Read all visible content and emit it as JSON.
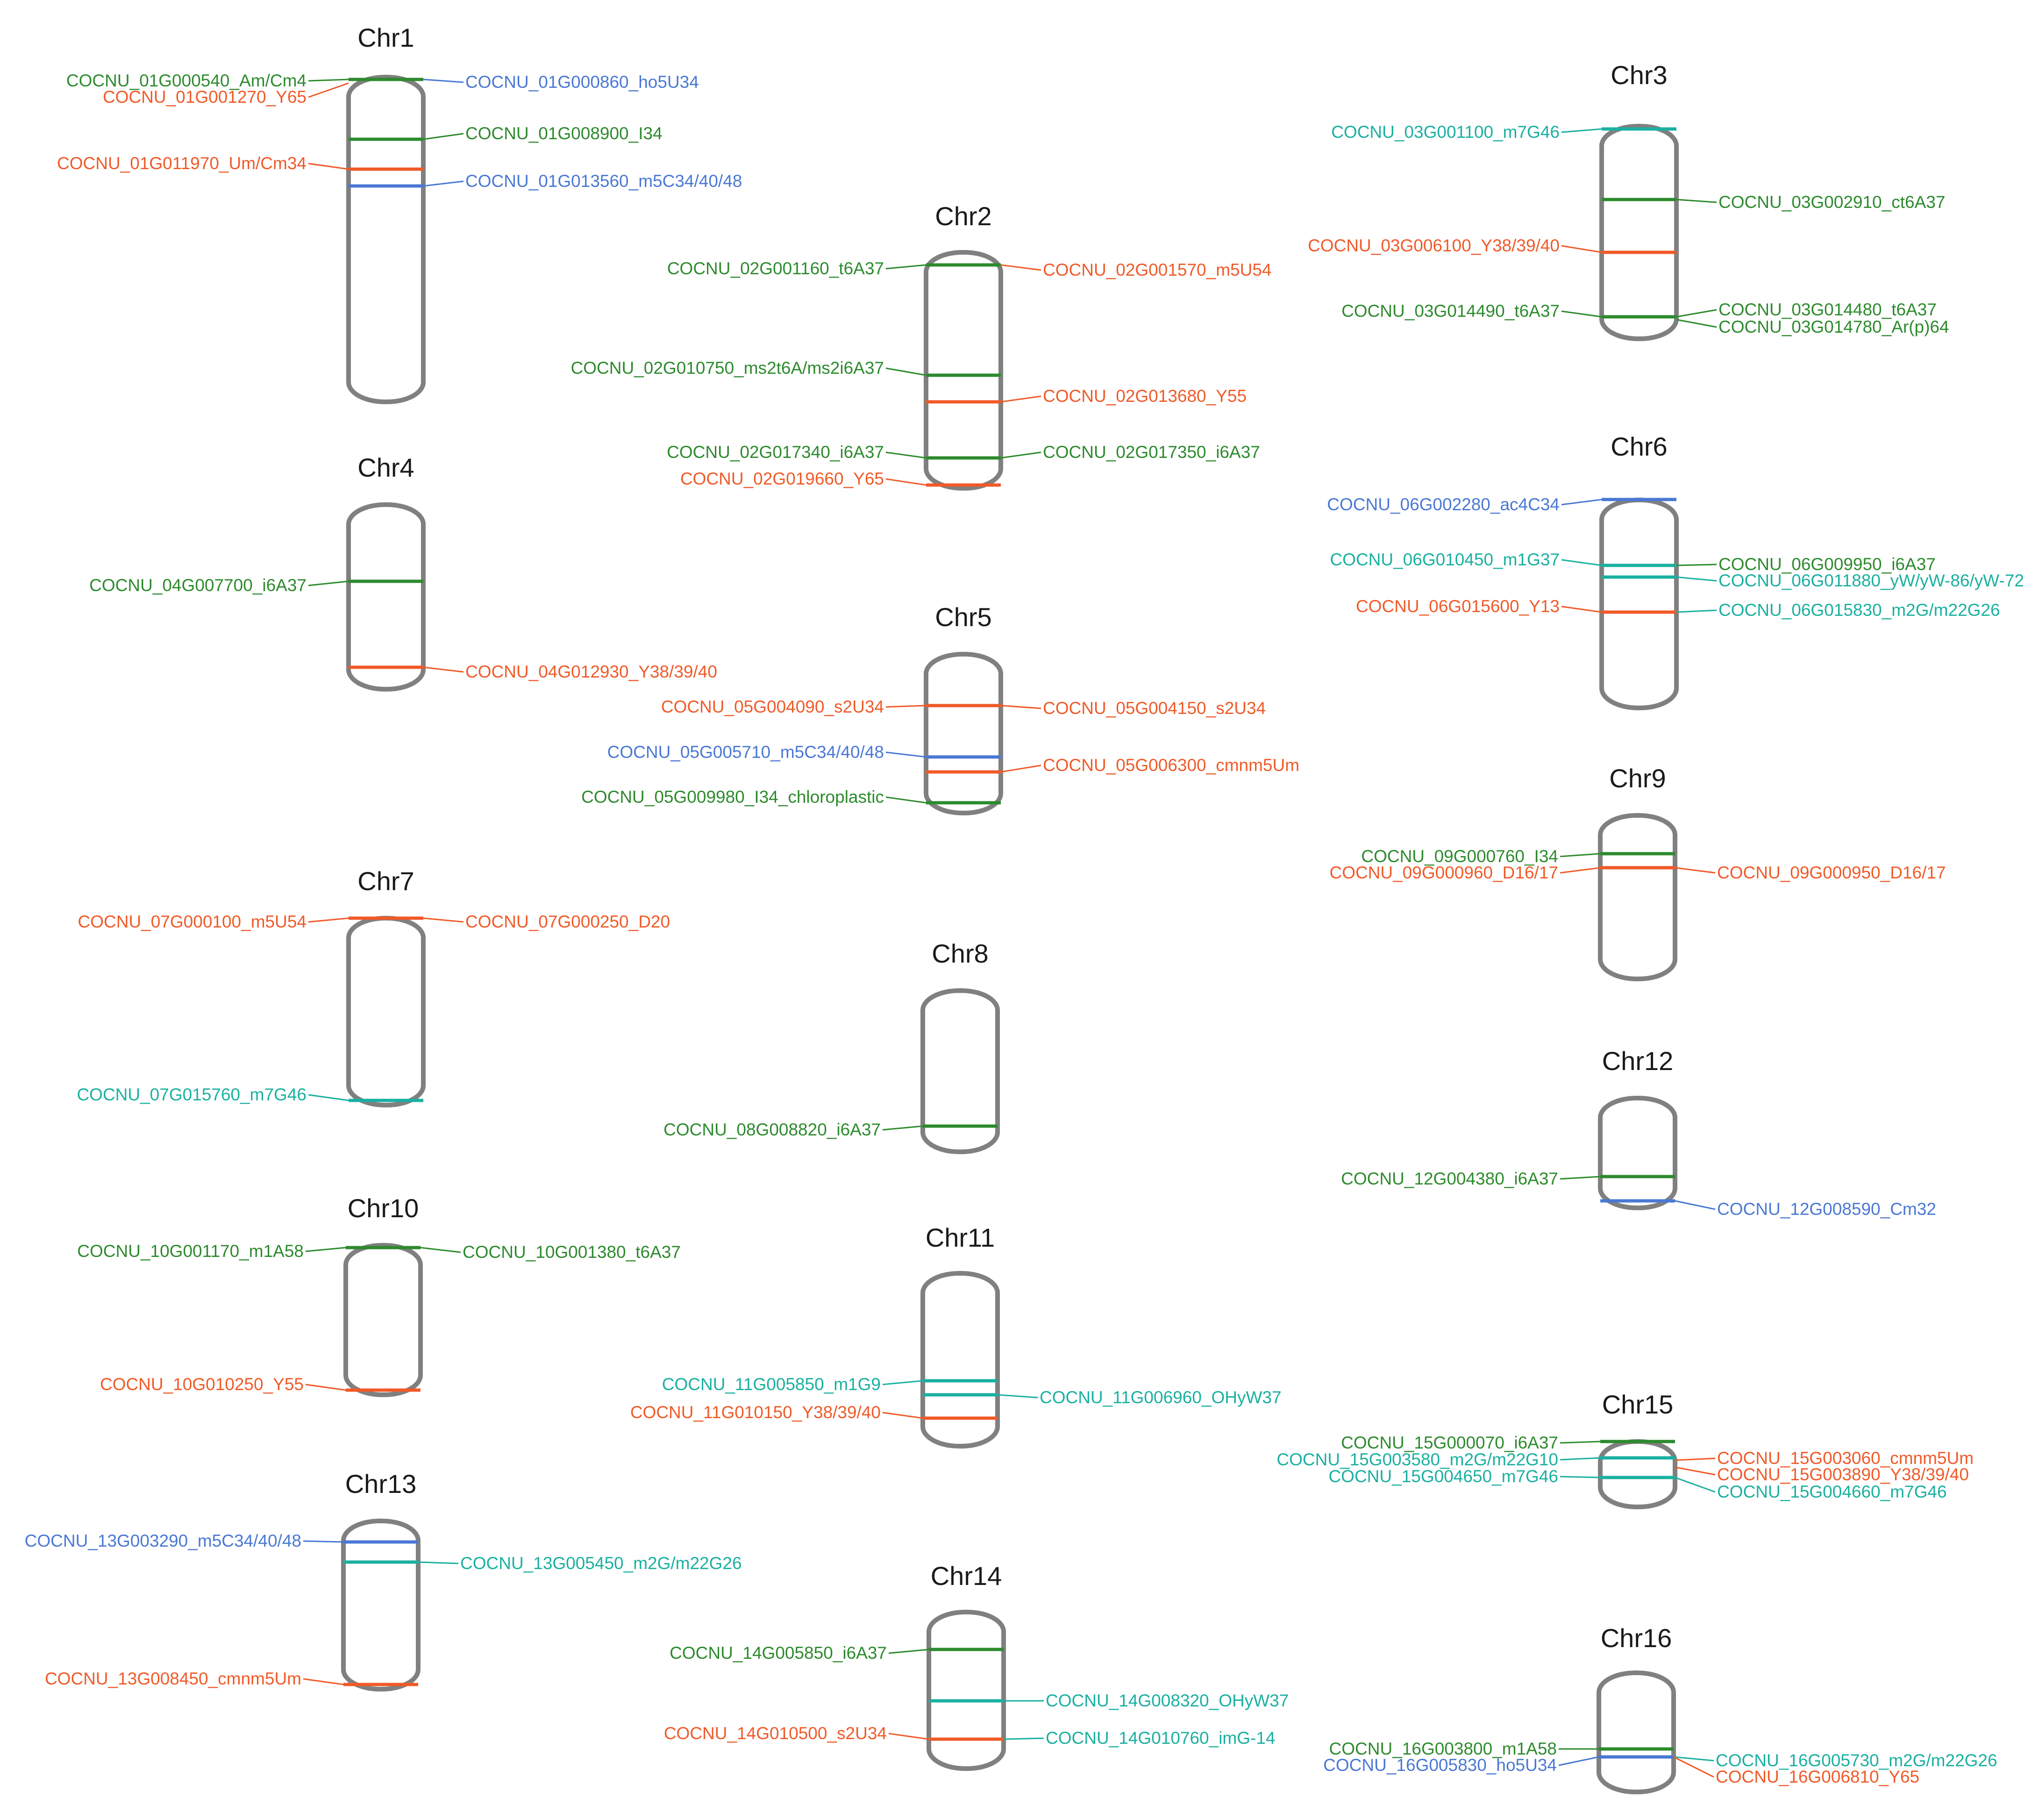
{
  "colors": {
    "green": "#2d8a2d",
    "orange": "#f05a28",
    "blue": "#4a78d4",
    "teal": "#1ab0a0",
    "gray": "#8c8c8c",
    "outline": "#808080"
  },
  "chromosomes": [
    {
      "id": "chr1",
      "name": "Chr1",
      "genes": [
        {
          "label": "COCNU_01G000540_Am/Cm4",
          "color": "green",
          "side": "left"
        },
        {
          "label": "COCNU_01G001270_Y65",
          "color": "orange",
          "side": "left"
        },
        {
          "label": "COCNU_01G000860_ho5U34",
          "color": "blue",
          "side": "right"
        },
        {
          "label": "COCNU_01G008900_I34",
          "color": "green",
          "side": "right"
        },
        {
          "label": "COCNU_01G011970_Um/Cm34",
          "color": "orange",
          "side": "left"
        },
        {
          "label": "COCNU_01G013560_m5C34/40/48",
          "color": "blue",
          "side": "right"
        }
      ]
    },
    {
      "id": "chr2",
      "name": "Chr2",
      "genes": [
        {
          "label": "COCNU_02G001160_t6A37",
          "color": "green",
          "side": "left"
        },
        {
          "label": "COCNU_02G001570_m5U54",
          "color": "orange",
          "side": "right"
        },
        {
          "label": "COCNU_02G010750_ms2t6A/ms2i6A37",
          "color": "green",
          "side": "left"
        },
        {
          "label": "COCNU_02G013680_Y55",
          "color": "orange",
          "side": "right"
        },
        {
          "label": "COCNU_02G017340_i6A37",
          "color": "green",
          "side": "left"
        },
        {
          "label": "COCNU_02G017350_i6A37",
          "color": "green",
          "side": "right"
        },
        {
          "label": "COCNU_02G019660_Y65",
          "color": "orange",
          "side": "left"
        }
      ]
    },
    {
      "id": "chr3",
      "name": "Chr3",
      "genes": [
        {
          "label": "COCNU_03G001100_m7G46",
          "color": "teal",
          "side": "left"
        },
        {
          "label": "COCNU_03G002910_ct6A37",
          "color": "green",
          "side": "right"
        },
        {
          "label": "COCNU_03G006100_Y38/39/40",
          "color": "orange",
          "side": "left"
        },
        {
          "label": "COCNU_03G014490_t6A37",
          "color": "green",
          "side": "left"
        },
        {
          "label": "COCNU_03G014480_t6A37",
          "color": "green",
          "side": "right"
        },
        {
          "label": "COCNU_03G014780_Ar(p)64",
          "color": "green",
          "side": "right"
        }
      ]
    },
    {
      "id": "chr4",
      "name": "Chr4",
      "genes": [
        {
          "label": "COCNU_04G007700_i6A37",
          "color": "green",
          "side": "left"
        },
        {
          "label": "COCNU_04G012930_Y38/39/40",
          "color": "orange",
          "side": "right"
        }
      ]
    },
    {
      "id": "chr5",
      "name": "Chr5",
      "genes": [
        {
          "label": "COCNU_05G004090_s2U34",
          "color": "orange",
          "side": "left"
        },
        {
          "label": "COCNU_05G004150_s2U34",
          "color": "orange",
          "side": "right"
        },
        {
          "label": "COCNU_05G005710_m5C34/40/48",
          "color": "blue",
          "side": "left"
        },
        {
          "label": "COCNU_05G006300_cmnm5Um",
          "color": "orange",
          "side": "right"
        },
        {
          "label": "COCNU_05G009980_I34_chloroplastic",
          "color": "green",
          "side": "left"
        }
      ]
    },
    {
      "id": "chr6",
      "name": "Chr6",
      "genes": [
        {
          "label": "COCNU_06G002280_ac4C34",
          "color": "blue",
          "side": "left"
        },
        {
          "label": "COCNU_06G010450_m1G37",
          "color": "teal",
          "side": "left"
        },
        {
          "label": "COCNU_06G009950_i6A37",
          "color": "green",
          "side": "right"
        },
        {
          "label": "COCNU_06G011880_yW/yW-86/yW-72",
          "color": "teal",
          "side": "right"
        },
        {
          "label": "COCNU_06G015600_Y13",
          "color": "orange",
          "side": "left"
        },
        {
          "label": "COCNU_06G015830_m2G/m22G26",
          "color": "teal",
          "side": "right"
        }
      ]
    },
    {
      "id": "chr7",
      "name": "Chr7",
      "genes": [
        {
          "label": "COCNU_07G000100_m5U54",
          "color": "orange",
          "side": "left"
        },
        {
          "label": "COCNU_07G000250_D20",
          "color": "orange",
          "side": "right"
        },
        {
          "label": "COCNU_07G015760_m7G46",
          "color": "teal",
          "side": "left"
        }
      ]
    },
    {
      "id": "chr8",
      "name": "Chr8",
      "genes": [
        {
          "label": "COCNU_08G008820_i6A37",
          "color": "green",
          "side": "left"
        }
      ]
    },
    {
      "id": "chr9",
      "name": "Chr9",
      "genes": [
        {
          "label": "COCNU_09G000760_I34",
          "color": "green",
          "side": "left"
        },
        {
          "label": "COCNU_09G000960_D16/17",
          "color": "orange",
          "side": "left"
        },
        {
          "label": "COCNU_09G000950_D16/17",
          "color": "orange",
          "side": "right"
        }
      ]
    },
    {
      "id": "chr10",
      "name": "Chr10",
      "genes": [
        {
          "label": "COCNU_10G001170_m1A58",
          "color": "green",
          "side": "left"
        },
        {
          "label": "COCNU_10G001380_t6A37",
          "color": "green",
          "side": "right"
        },
        {
          "label": "COCNU_10G010250_Y55",
          "color": "orange",
          "side": "left"
        }
      ]
    },
    {
      "id": "chr11",
      "name": "Chr11",
      "genes": [
        {
          "label": "COCNU_11G005850_m1G9",
          "color": "teal",
          "side": "left"
        },
        {
          "label": "COCNU_11G006960_OHyW37",
          "color": "teal",
          "side": "right"
        },
        {
          "label": "COCNU_11G010150_Y38/39/40",
          "color": "orange",
          "side": "left"
        }
      ]
    },
    {
      "id": "chr12",
      "name": "Chr12",
      "genes": [
        {
          "label": "COCNU_12G004380_i6A37",
          "color": "green",
          "side": "left"
        },
        {
          "label": "COCNU_12G008590_Cm32",
          "color": "blue",
          "side": "right"
        }
      ]
    },
    {
      "id": "chr13",
      "name": "Chr13",
      "genes": [
        {
          "label": "COCNU_13G003290_m5C34/40/48",
          "color": "blue",
          "side": "left"
        },
        {
          "label": "COCNU_13G005450_m2G/m22G26",
          "color": "teal",
          "side": "right"
        },
        {
          "label": "COCNU_13G008450_cmnm5Um",
          "color": "orange",
          "side": "left"
        }
      ]
    },
    {
      "id": "chr14",
      "name": "Chr14",
      "genes": [
        {
          "label": "COCNU_14G005850_i6A37",
          "color": "green",
          "side": "left"
        },
        {
          "label": "COCNU_14G008320_OHyW37",
          "color": "teal",
          "side": "right"
        },
        {
          "label": "COCNU_14G010500_s2U34",
          "color": "orange",
          "side": "left"
        },
        {
          "label": "COCNU_14G010760_imG-14",
          "color": "teal",
          "side": "right"
        }
      ]
    },
    {
      "id": "chr15",
      "name": "Chr15",
      "genes": [
        {
          "label": "COCNU_15G000070_i6A37",
          "color": "green",
          "side": "left"
        },
        {
          "label": "COCNU_15G003580_m2G/m22G10",
          "color": "teal",
          "side": "left"
        },
        {
          "label": "COCNU_15G004650_m7G46",
          "color": "teal",
          "side": "left"
        },
        {
          "label": "COCNU_15G003060_cmnm5Um",
          "color": "orange",
          "side": "right"
        },
        {
          "label": "COCNU_15G003890_Y38/39/40",
          "color": "orange",
          "side": "right"
        },
        {
          "label": "COCNU_15G004660_m7G46",
          "color": "teal",
          "side": "right"
        }
      ]
    },
    {
      "id": "chr16",
      "name": "Chr16",
      "genes": [
        {
          "label": "COCNU_16G003800_m1A58",
          "color": "green",
          "side": "left"
        },
        {
          "label": "COCNU_16G005830_ho5U34",
          "color": "blue",
          "side": "left"
        },
        {
          "label": "COCNU_16G005730_m2G/m22G26",
          "color": "teal",
          "side": "right"
        },
        {
          "label": "COCNU_16G006810_Y65",
          "color": "orange",
          "side": "right"
        }
      ]
    }
  ]
}
